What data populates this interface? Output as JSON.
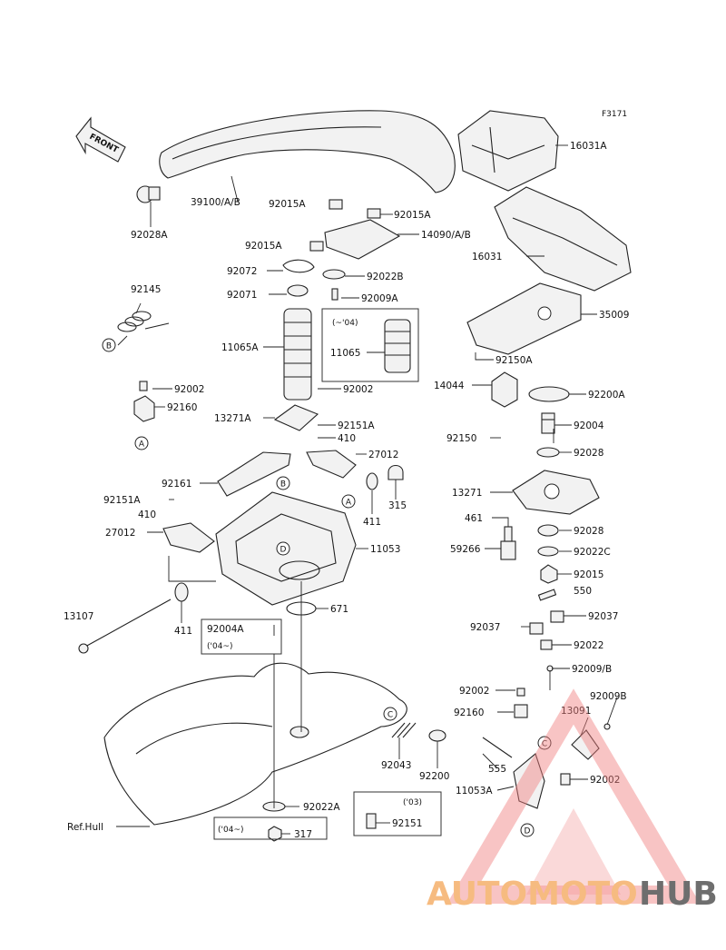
{
  "figure_code": "F3171",
  "front_label": "FRONT",
  "ref_hull_label": "Ref.Hull",
  "watermark": {
    "auto": "AUTOMOTO",
    "hub": "HUB",
    "colors": {
      "accent": "#f08080",
      "dark": "#555555",
      "orange": "#f5b06a"
    }
  },
  "callout_letters": [
    "A",
    "B",
    "C",
    "D"
  ],
  "part_labels": [
    "16031A",
    "39100/A/B",
    "92015A",
    "92015A",
    "92028A",
    "92015A",
    "14090/A/B",
    "16031",
    "92072",
    "92022B",
    "92145",
    "92071",
    "92009A",
    "35009",
    "11065A",
    "11065",
    "92150A",
    "14044",
    "92200A",
    "92002",
    "92002",
    "92160",
    "13271A",
    "92151A",
    "92004",
    "410",
    "92150",
    "27012",
    "92028",
    "92161",
    "315",
    "13271",
    "92151A",
    "410",
    "411",
    "27012",
    "461",
    "92028",
    "11053",
    "59266",
    "92022C",
    "92015",
    "550",
    "13107",
    "671",
    "411",
    "92004A",
    "92037",
    "92037",
    "92022",
    "92009/B",
    "92002",
    "92009B",
    "92160",
    "13091",
    "555",
    "92043",
    "92200",
    "92002",
    "11053A",
    "92022A",
    "92151",
    "317"
  ],
  "notes": [
    "(~'04)",
    "('04~)",
    "('03)",
    "('04~)"
  ]
}
